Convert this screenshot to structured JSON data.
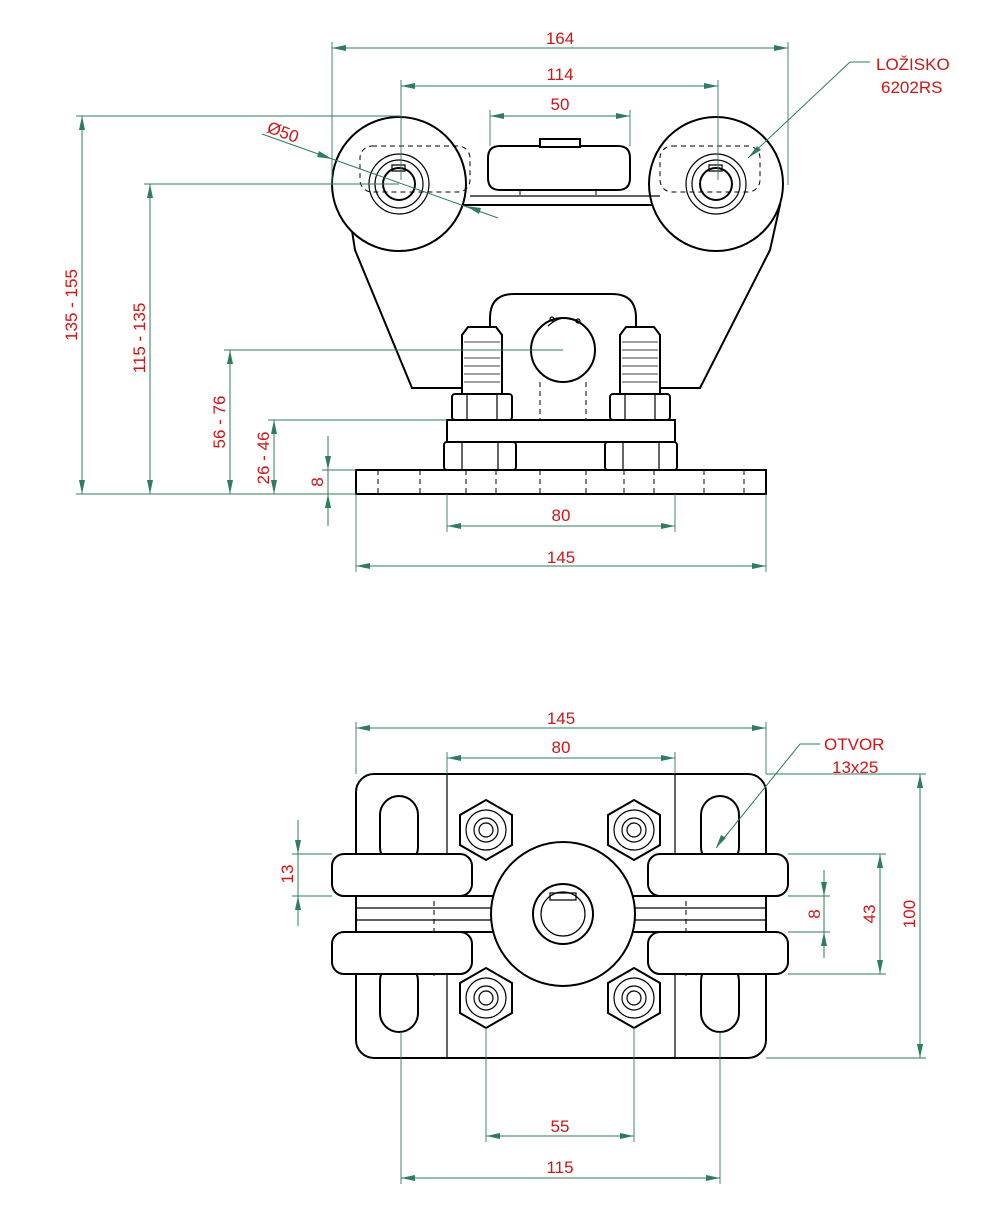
{
  "colors": {
    "dimension_line": "#2e7d5b",
    "dimension_text": "#d21414",
    "outline": "#000000",
    "background": "#ffffff"
  },
  "front_view": {
    "dims": {
      "overall_width": "164",
      "wheel_spacing": "114",
      "guide_width": "50",
      "wheel_diameter": "Ø50",
      "bearing_label_line1": "LOŽISKO",
      "bearing_label_line2": "6202RS",
      "total_height": "135 - 155",
      "axle_height": "115 - 135",
      "pin_height": "56 - 76",
      "clamp_height": "26 - 46",
      "plate_thickness": "8",
      "bolt_spacing": "80",
      "plate_width": "145"
    }
  },
  "top_view": {
    "dims": {
      "plate_width": "145",
      "bolt_spacing": "80",
      "slot_label_line1": "OTVOR",
      "slot_label_line2": "13x25",
      "wheel_width": "13",
      "gap_width": "8",
      "wheel_pair_width": "43",
      "plate_depth": "100",
      "bolt_pitch": "55",
      "slot_spacing": "115"
    }
  }
}
